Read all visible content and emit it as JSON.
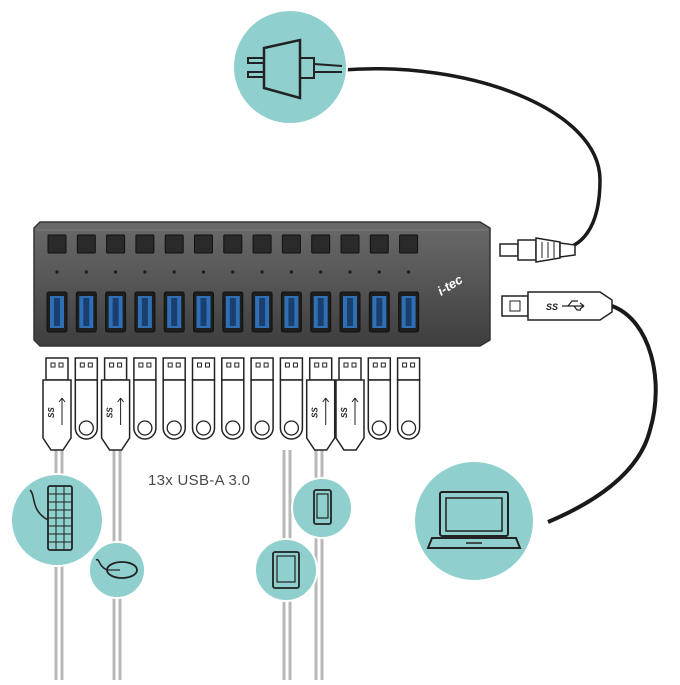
{
  "diagram": {
    "brand_label": "i-tec",
    "caption": "13x USB-A 3.0",
    "port_count": 13,
    "ss_label": "SS",
    "devices": [
      "power-plug",
      "laptop",
      "keyboard",
      "mouse",
      "tablet",
      "phone"
    ],
    "colors": {
      "circle_fill": "#8fcfcd",
      "hub_body": "#5a5a5a",
      "usb_port": "#2f6fb5",
      "cable": "#1a1a1a",
      "device_cable": "#b8b8b8"
    }
  }
}
